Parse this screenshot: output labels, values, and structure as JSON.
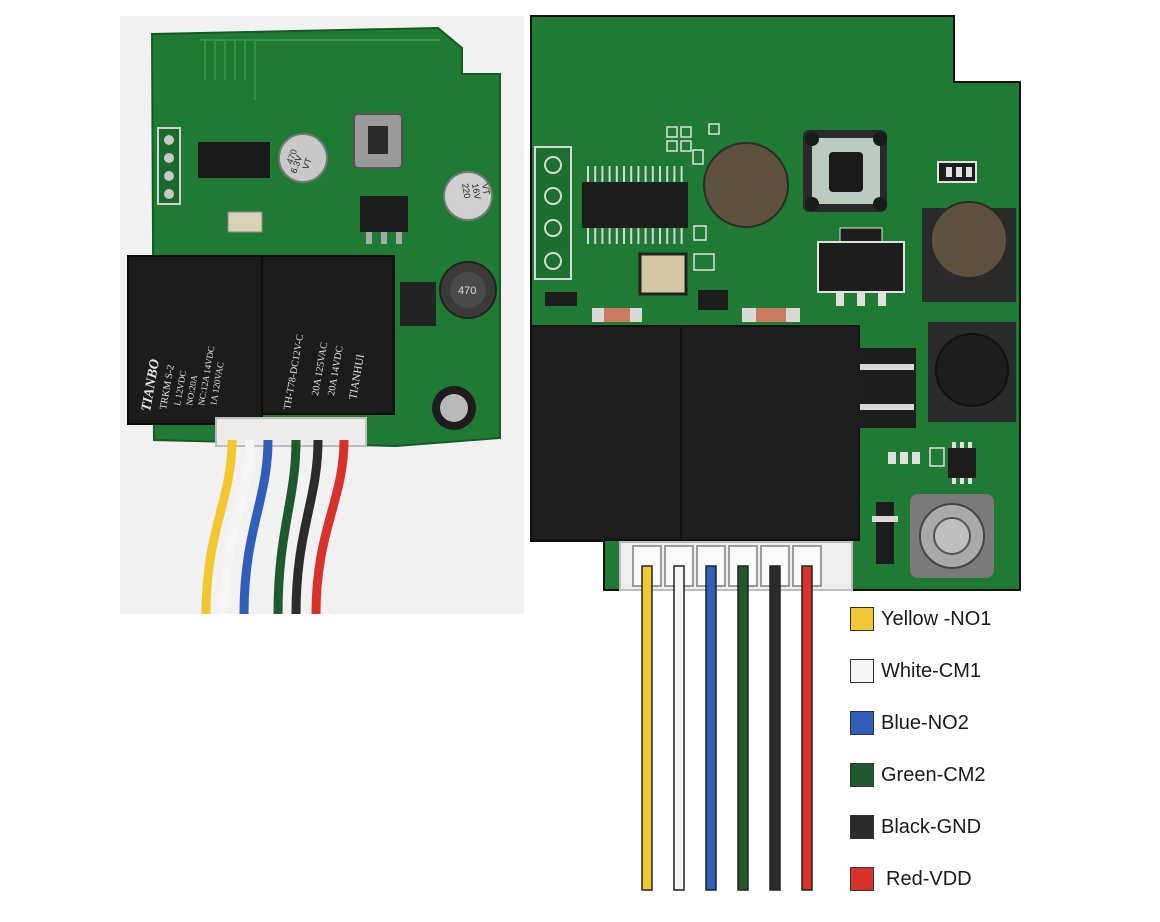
{
  "photo": {
    "relay_left": {
      "brand": "TIANBO",
      "model": "TRKM S-2",
      "line1": "L 12VDC",
      "line2": "NO:20A",
      "line3": "NC:12A 14VDC",
      "line4": "1A 120VAC"
    },
    "relay_right": {
      "brand": "TIANHUI",
      "model": "TH-T78-DC12V-C",
      "line1": "20A 125VAC",
      "line2": "20A 14VDC"
    },
    "cap_small": {
      "line1": "470",
      "line2": "6.3V",
      "line3": "VT"
    },
    "cap_right": {
      "line1": "220",
      "line2": "16V",
      "line3": "VT"
    },
    "inductor": "470"
  },
  "wires": [
    {
      "name": "yellow",
      "color": "#f2c832"
    },
    {
      "name": "white",
      "color": "#f5f5f5"
    },
    {
      "name": "blue",
      "color": "#2f5fb8"
    },
    {
      "name": "green",
      "color": "#1f5a2e"
    },
    {
      "name": "black",
      "color": "#2b2b2b"
    },
    {
      "name": "red",
      "color": "#d8322c"
    }
  ],
  "legend": [
    {
      "label": "Yellow -NO1",
      "color": "#f2c832"
    },
    {
      "label": "White-CM1",
      "color": "#f5f5f5"
    },
    {
      "label": "Blue-NO2",
      "color": "#2f5fb8"
    },
    {
      "label": "Green-CM2",
      "color": "#1f5a2e"
    },
    {
      "label": "Black-GND",
      "color": "#2b2b2b"
    },
    {
      "label": "Red-VDD",
      "color": "#d8322c"
    }
  ],
  "colors": {
    "pcb": "#1e7a33",
    "pcb_dark": "#145a24",
    "relay": "#1e1e1e",
    "photo_bg": "#f1f1f1"
  }
}
